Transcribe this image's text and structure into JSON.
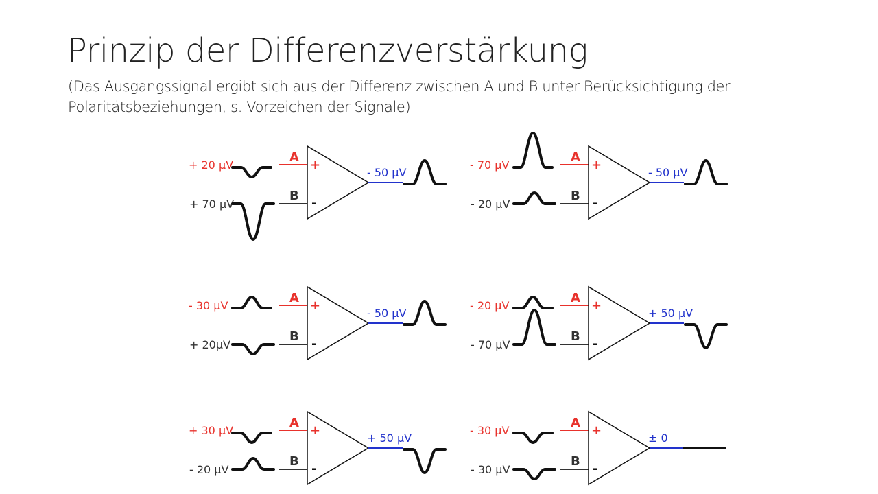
{
  "title": "Prinzip der Differenzverstärkung",
  "subtitle": "(Das Ausgangssignal ergibt sich aus der Differenz zwischen A und B unter Berücksichtigung der Polaritätsbeziehungen, s. Vorzeichen der Signale)",
  "colors": {
    "input_a": "#e8322c",
    "input_b": "#333333",
    "output": "#2233cc",
    "wave": "#111111"
  },
  "amplifiers": [
    {
      "id": "amp1",
      "pin_a": "A",
      "pin_b": "B",
      "plus": "+",
      "minus": "-",
      "input_a": {
        "label": "+ 20 µV",
        "shape": "negative-small"
      },
      "input_b": {
        "label": "+ 70 µV",
        "shape": "negative-large"
      },
      "output": {
        "label": "- 50 µV",
        "shape": "positive-medium"
      }
    },
    {
      "id": "amp2",
      "pin_a": "A",
      "pin_b": "B",
      "plus": "+",
      "minus": "-",
      "input_a": {
        "label": "- 70 µV",
        "shape": "positive-large"
      },
      "input_b": {
        "label": "- 20 µV",
        "shape": "positive-small"
      },
      "output": {
        "label": "- 50 µV",
        "shape": "positive-medium"
      }
    },
    {
      "id": "amp3",
      "pin_a": "A",
      "pin_b": "B",
      "plus": "+",
      "minus": "-",
      "input_a": {
        "label": "- 30 µV",
        "shape": "positive-small"
      },
      "input_b": {
        "label": "+ 20µV",
        "shape": "negative-small"
      },
      "output": {
        "label": "- 50 µV",
        "shape": "positive-medium"
      }
    },
    {
      "id": "amp4",
      "pin_a": "A",
      "pin_b": "B",
      "plus": "+",
      "minus": "-",
      "input_a": {
        "label": "- 20 µV",
        "shape": "positive-small"
      },
      "input_b": {
        "label": "- 70 µV",
        "shape": "positive-large"
      },
      "output": {
        "label": "+ 50 µV",
        "shape": "negative-medium"
      }
    },
    {
      "id": "amp5",
      "pin_a": "A",
      "pin_b": "B",
      "plus": "+",
      "minus": "-",
      "input_a": {
        "label": "+ 30 µV",
        "shape": "negative-small"
      },
      "input_b": {
        "label": "- 20 µV",
        "shape": "positive-small"
      },
      "output": {
        "label": "+ 50 µV",
        "shape": "negative-medium"
      }
    },
    {
      "id": "amp6",
      "pin_a": "A",
      "pin_b": "B",
      "plus": "+",
      "minus": "-",
      "input_a": {
        "label": "- 30 µV",
        "shape": "negative-small"
      },
      "input_b": {
        "label": "- 30 µV",
        "shape": "negative-small"
      },
      "output": {
        "label": "± 0",
        "shape": "flat"
      }
    }
  ]
}
